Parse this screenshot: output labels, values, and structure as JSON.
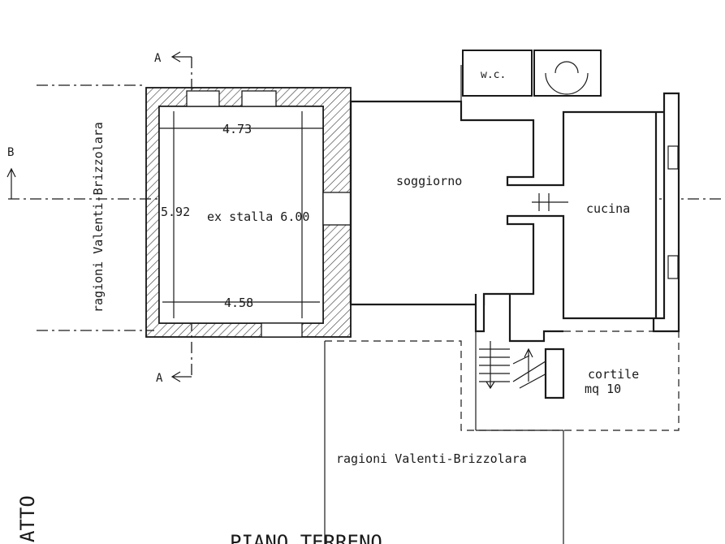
{
  "section_markers": {
    "a_top": "A",
    "a_bottom": "A",
    "b_left": "B"
  },
  "neighbor_labels": {
    "left_vertical": "ragioni Valenti-Brizzolara",
    "bottom": "ragioni Valenti-Brizzolara"
  },
  "rooms": {
    "wc": "w.c.",
    "soggiorno": "soggiorno",
    "cucina": "cucina",
    "cortile_name": "cortile",
    "cortile_area": "mq 10",
    "stalla": "ex stalla 6.00"
  },
  "dimensions": {
    "top_width": "4.73",
    "bottom_width": "4.58",
    "left_height": "5.92"
  },
  "title_partial": "PIANO TERRENO",
  "left_edge_partial": "ATTO"
}
